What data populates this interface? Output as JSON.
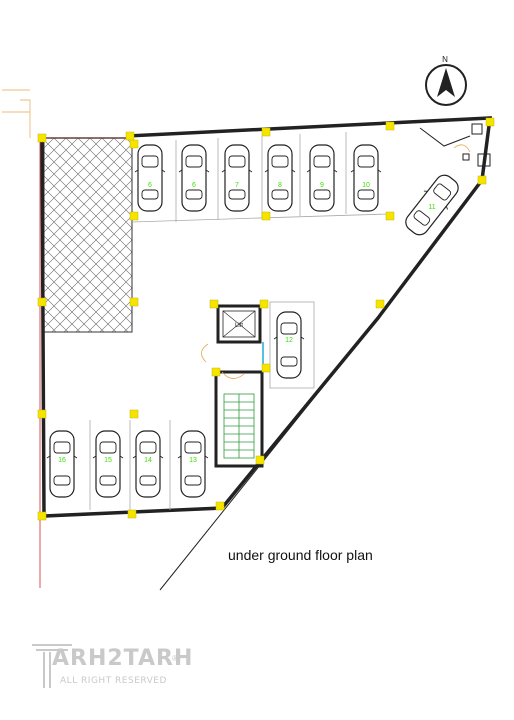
{
  "plan": {
    "caption": "under ground floor plan",
    "north_label": "N",
    "elevator_label": "Lift",
    "spot_labels": [
      "6",
      "6",
      "7",
      "8",
      "9",
      "10",
      "11",
      "12",
      "16",
      "15",
      "14",
      "13"
    ]
  },
  "logo": {
    "brand": "ARH2TARH",
    "tagline": "ALL RIGHT RESERVED",
    "reg": "®"
  },
  "colors": {
    "wall": "#222222",
    "column": "#f5e400",
    "spot_number": "#39e000",
    "stair": "#2e9a3a",
    "property_line": "#d9534f",
    "watermark": "#c9c9c9"
  }
}
